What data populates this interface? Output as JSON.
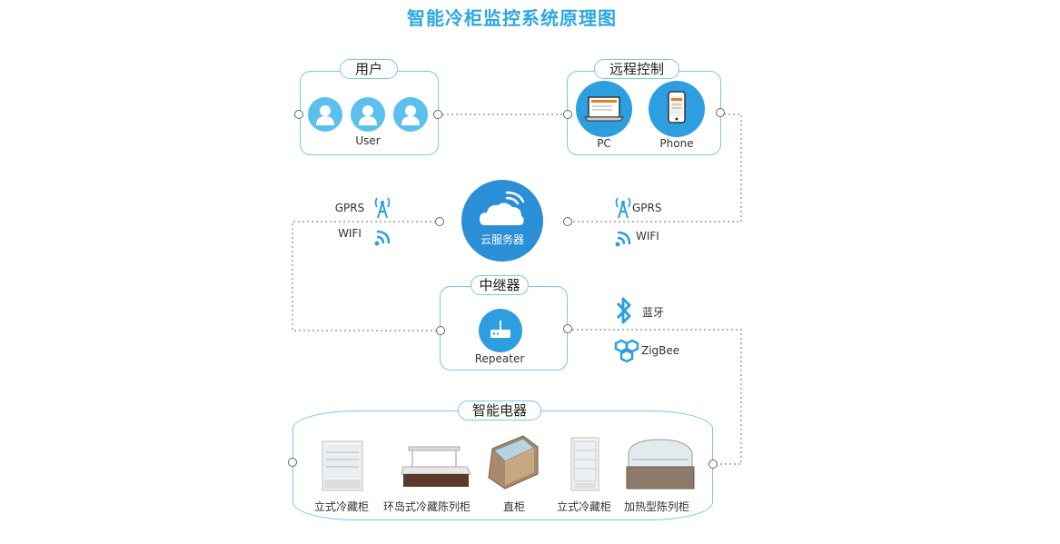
{
  "title": "智能冷柜监控系统原理图",
  "groups": {
    "user": {
      "label": "用户",
      "caption": "User"
    },
    "remote": {
      "label": "远程控制",
      "pc": "PC",
      "phone": "Phone"
    },
    "cloud": {
      "label": "云服务器"
    },
    "repeater": {
      "label": "中继器",
      "caption": "Repeater"
    },
    "appliances": {
      "label": "智能电器",
      "items": [
        "立式冷藏柜",
        "环岛式冷藏陈列柜",
        "直柜",
        "立式冷藏柜",
        "加热型陈列柜"
      ]
    }
  },
  "links": {
    "left_gprs": "GPRS",
    "left_wifi": "WIFI",
    "right_gprs": "GPRS",
    "right_wifi": "WIFI",
    "bluetooth": "蓝牙",
    "zigbee": "ZigBee"
  },
  "colors": {
    "accent": "#2ea7e0",
    "circle": "#2d9fe0",
    "border": "#7cc4ea"
  }
}
